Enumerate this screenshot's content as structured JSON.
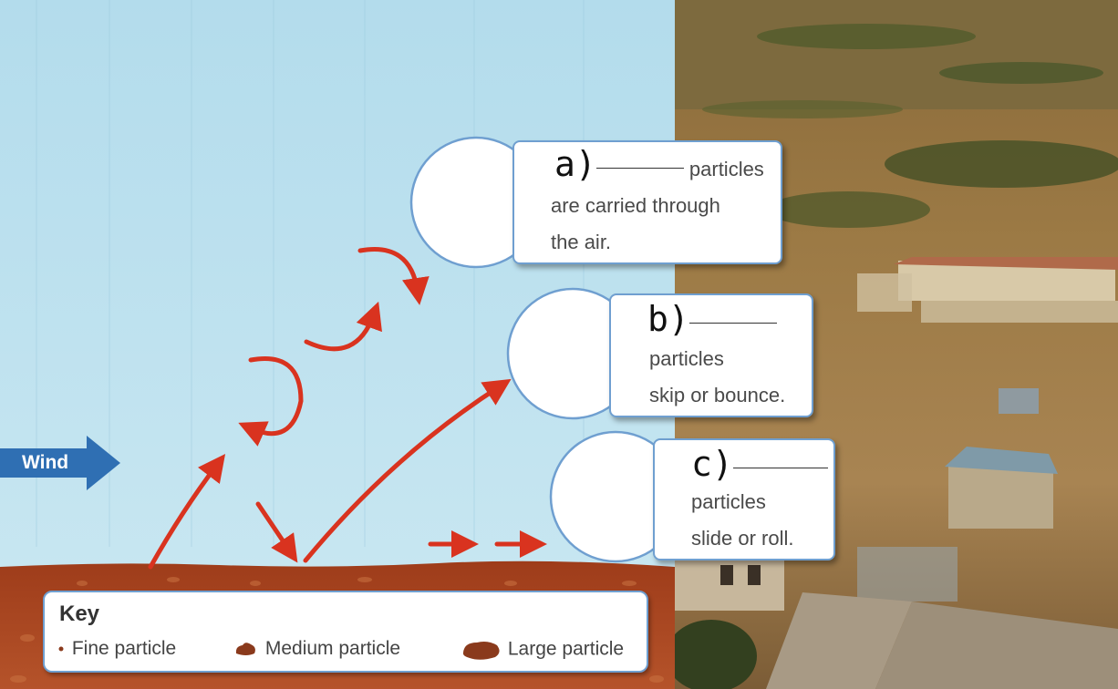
{
  "labels": {
    "a": {
      "letter": "a)",
      "lines": [
        "particles",
        "are carried through",
        "the air."
      ]
    },
    "b": {
      "letter": "b)",
      "lines": [
        "particles",
        "skip or bounce."
      ]
    },
    "c": {
      "letter": "c)",
      "lines": [
        "particles",
        "slide or roll."
      ]
    }
  },
  "wind": {
    "label": "Wind"
  },
  "key": {
    "title": "Key",
    "items": [
      {
        "label": "Fine particle",
        "icon": "fine-particle-dot-icon"
      },
      {
        "label": "Medium particle",
        "icon": "medium-particle-blob-icon"
      },
      {
        "label": "Large particle",
        "icon": "large-particle-blob-icon"
      }
    ]
  },
  "colors": {
    "sky": "#bfe2ef",
    "ground": "#a9441e",
    "arrow": "#d9331f",
    "wind_arrow": "#2f6fb3",
    "box_border": "#6f9fd0"
  }
}
